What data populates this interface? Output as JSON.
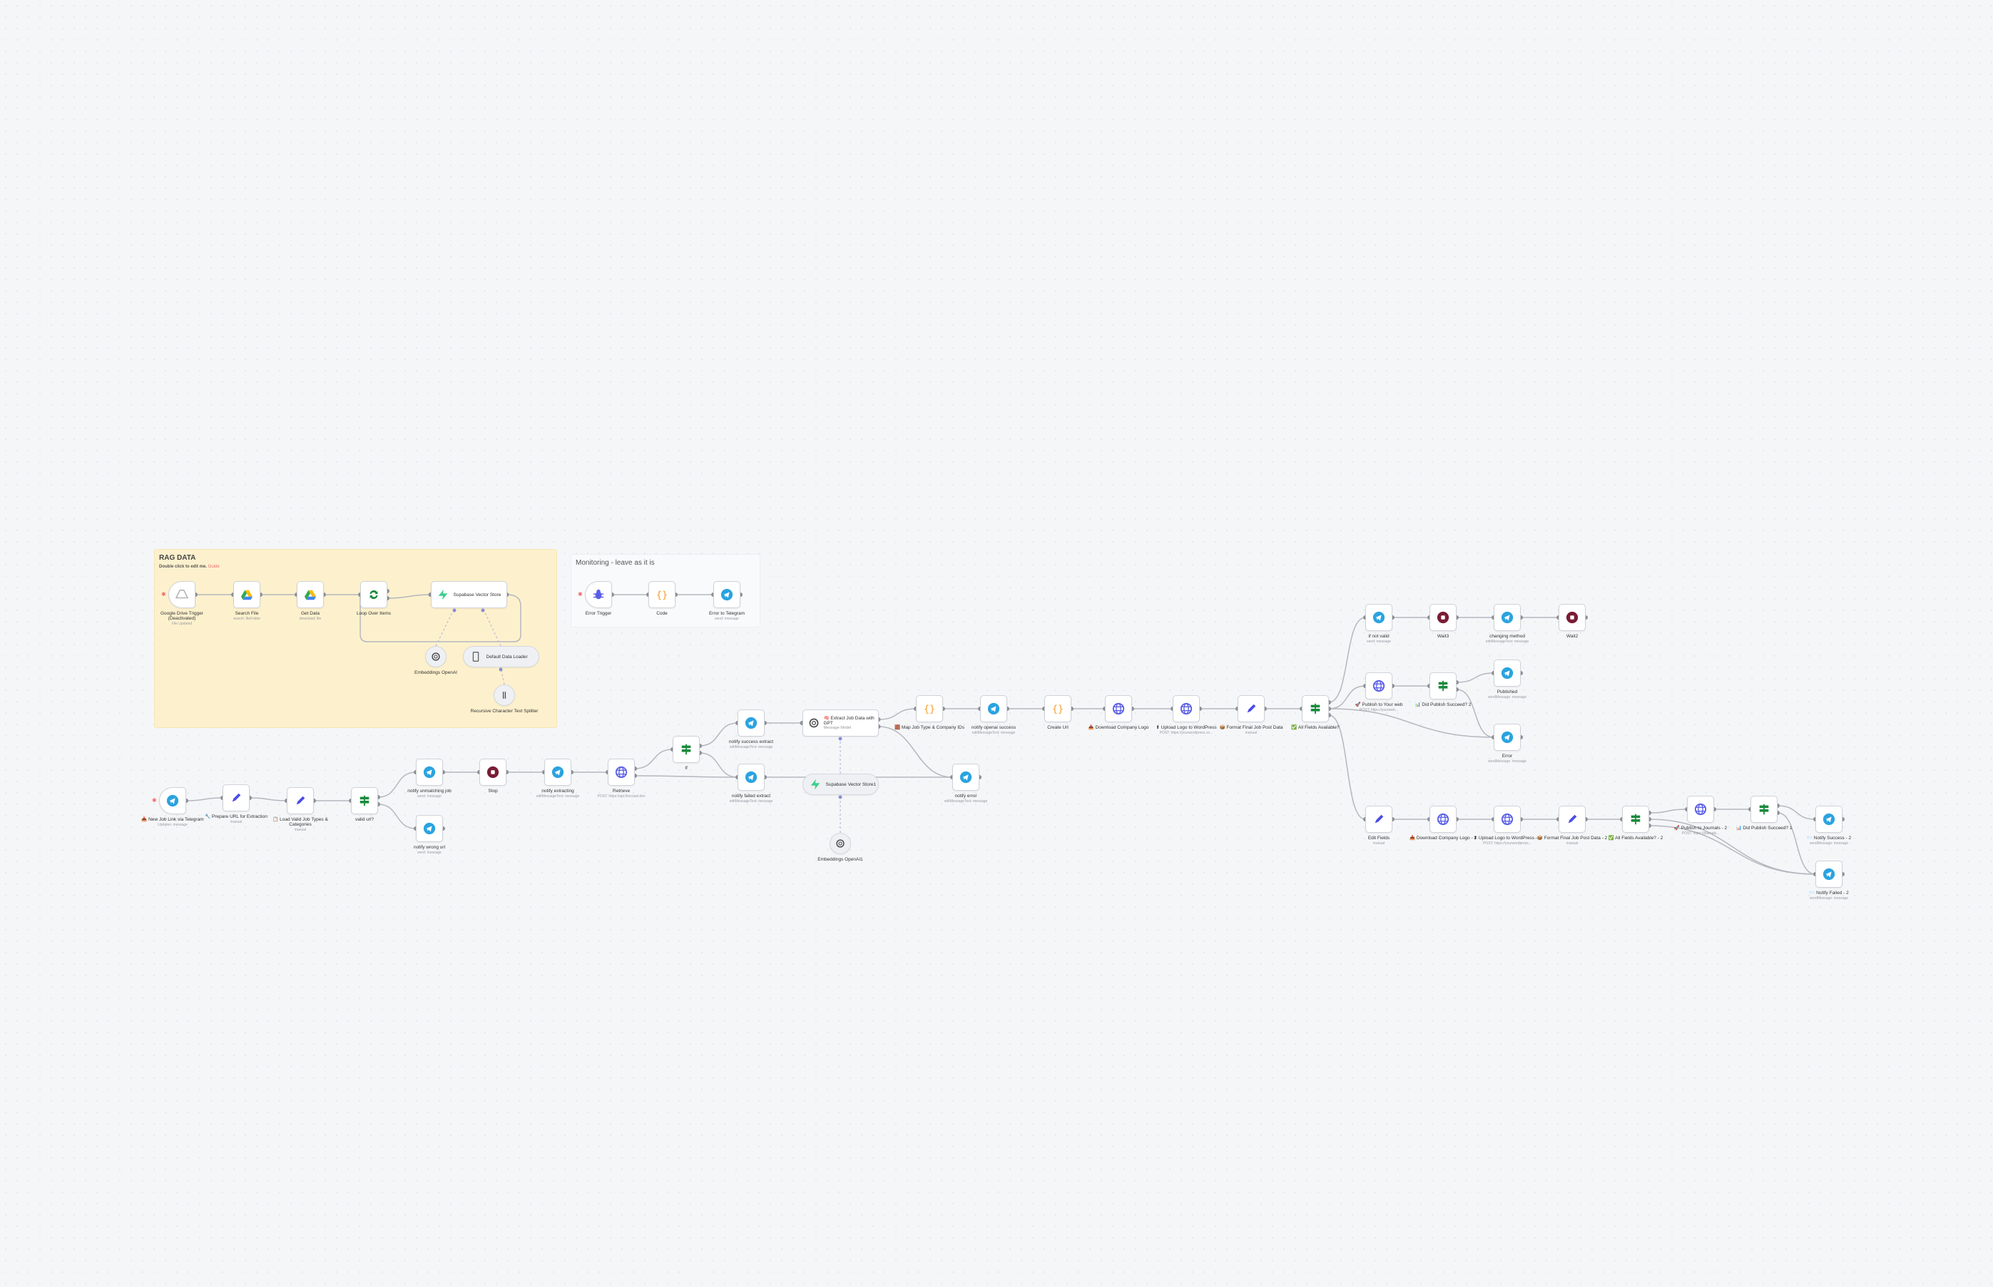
{
  "sticky_notes": [
    {
      "title": "RAG DATA",
      "text": "Double click to edit me.",
      "link": "Guide"
    },
    {
      "title": "Monitoring - leave as it is"
    }
  ],
  "colors": {
    "canvas": "#f5f6f8",
    "sticky_yellow": "#fdf1cd",
    "telegram": "#2aa3e0",
    "stop": "#7a1c35",
    "code": "#f59e2b",
    "http": "#5a5ee6",
    "edit": "#4b4de6",
    "if": "#1a8a3c",
    "supabase": "#3ecf8e"
  },
  "nodes": [
    {
      "label": "Google Drive Trigger (Deactivated)",
      "sub": "File Updated",
      "icon": "gdrive-gray-icon"
    },
    {
      "label": "Search File",
      "sub": "search: fileFolder",
      "icon": "gdrive-icon"
    },
    {
      "label": "Get Data",
      "sub": "download: file",
      "icon": "gdrive-icon"
    },
    {
      "label": "Loop Over Items",
      "sub": "",
      "icon": "loop-icon"
    },
    {
      "label": "Supabase Vector Store",
      "sub": "",
      "icon": "supabase-icon"
    },
    {
      "label": "Embeddings OpenAI",
      "sub": "",
      "icon": "openai-icon"
    },
    {
      "label": "Default Data Loader",
      "sub": "",
      "icon": "document-icon"
    },
    {
      "label": "Recursive Character Text Splitter",
      "sub": "",
      "icon": "splitter-icon"
    },
    {
      "label": "Error Trigger",
      "sub": "",
      "icon": "bug-icon"
    },
    {
      "label": "Code",
      "sub": "",
      "icon": "code-icon"
    },
    {
      "label": "Error to Telegram",
      "sub": "send: message",
      "icon": "telegram-icon"
    },
    {
      "label": "📥 New Job Link via Telegram",
      "sub": "Updates: message",
      "icon": "telegram-icon"
    },
    {
      "label": "🔧 Prepare URL for Extraction",
      "sub": "manual",
      "icon": "edit-icon"
    },
    {
      "label": "📋 Load Valid Job Types & Categories",
      "sub": "manual",
      "icon": "edit-icon"
    },
    {
      "label": "valid url?",
      "sub": "",
      "icon": "if-icon"
    },
    {
      "label": "notify unmatching job",
      "sub": "send: message",
      "icon": "telegram-icon"
    },
    {
      "label": "notify wrong url",
      "sub": "send: message",
      "icon": "telegram-icon"
    },
    {
      "label": "Stop",
      "sub": "",
      "icon": "stop-icon"
    },
    {
      "label": "notify extracting",
      "sub": "editMessageText: message",
      "icon": "telegram-icon"
    },
    {
      "label": "Retrieve",
      "sub": "POST: https://api.firecrawl.dev",
      "icon": "http-icon"
    },
    {
      "label": "If",
      "sub": "",
      "icon": "if-icon"
    },
    {
      "label": "notify success extract",
      "sub": "editMessageText: message",
      "icon": "telegram-icon"
    },
    {
      "label": "notify failed extract",
      "sub": "editMessageText: message",
      "icon": "telegram-icon"
    },
    {
      "label": "🧠 Extract Job Data with GPT",
      "sub": "Message Model",
      "icon": "openai-icon"
    },
    {
      "label": "Supabase Vector Store1",
      "sub": "",
      "icon": "supabase-icon"
    },
    {
      "label": "Embeddings OpenAI1",
      "sub": "",
      "icon": "openai-icon"
    },
    {
      "label": "notify error",
      "sub": "editMessageText: message",
      "icon": "telegram-icon"
    },
    {
      "label": "🟫 Map Job Type & Company IDs",
      "sub": "",
      "icon": "code-icon"
    },
    {
      "label": "notify openai success",
      "sub": "editMessageText: message",
      "icon": "telegram-icon"
    },
    {
      "label": "Create Url",
      "sub": "",
      "icon": "code-icon"
    },
    {
      "label": "📥 Download Company Logo",
      "sub": "",
      "icon": "http-icon"
    },
    {
      "label": "⬆ Upload Logo to WordPress",
      "sub": "POST: https://yourwordpress.co...",
      "icon": "http-icon"
    },
    {
      "label": "📦 Format Final Job Post Data",
      "sub": "manual",
      "icon": "edit-icon"
    },
    {
      "label": "✅ All Fields Available?",
      "sub": "",
      "icon": "if-icon"
    },
    {
      "label": "if not valid",
      "sub": "send: message",
      "icon": "telegram-icon"
    },
    {
      "label": "Wait3",
      "sub": "",
      "icon": "stop-icon"
    },
    {
      "label": "changing method",
      "sub": "editMessageText: message",
      "icon": "telegram-icon"
    },
    {
      "label": "Wait2",
      "sub": "",
      "icon": "stop-icon"
    },
    {
      "label": "🚀 Publish to Your web",
      "sub": "POST: https://yourweb...",
      "icon": "http-icon"
    },
    {
      "label": "📊 Did Publish Succeed? 2",
      "sub": "",
      "icon": "if-icon"
    },
    {
      "label": "Published",
      "sub": "sendMessage: message",
      "icon": "telegram-icon"
    },
    {
      "label": "Error",
      "sub": "sendMessage: message",
      "icon": "telegram-icon"
    },
    {
      "label": "Edit Fields",
      "sub": "manual",
      "icon": "edit-icon"
    },
    {
      "label": "📥 Download Company Logo - 2",
      "sub": "",
      "icon": "http-icon"
    },
    {
      "label": "⬆ Upload Logo to WordPress - 2",
      "sub": "POST: https://yourwordpress...",
      "icon": "http-icon"
    },
    {
      "label": "📦 Format Final Job Post Data - 2",
      "sub": "manual",
      "icon": "edit-icon"
    },
    {
      "label": "✅ All Fields Available? - 2",
      "sub": "",
      "icon": "if-icon"
    },
    {
      "label": "🚀 Publish to Journals - 2",
      "sub": "POST: https://journals...",
      "icon": "http-icon"
    },
    {
      "label": "📊 Did Publish Succeed? 1",
      "sub": "",
      "icon": "if-icon"
    },
    {
      "label": "📨 Notify Success - 2",
      "sub": "sendMessage: message",
      "icon": "telegram-icon"
    },
    {
      "label": "📨 Notify Failed - 2",
      "sub": "sendMessage: message",
      "icon": "telegram-icon"
    }
  ]
}
